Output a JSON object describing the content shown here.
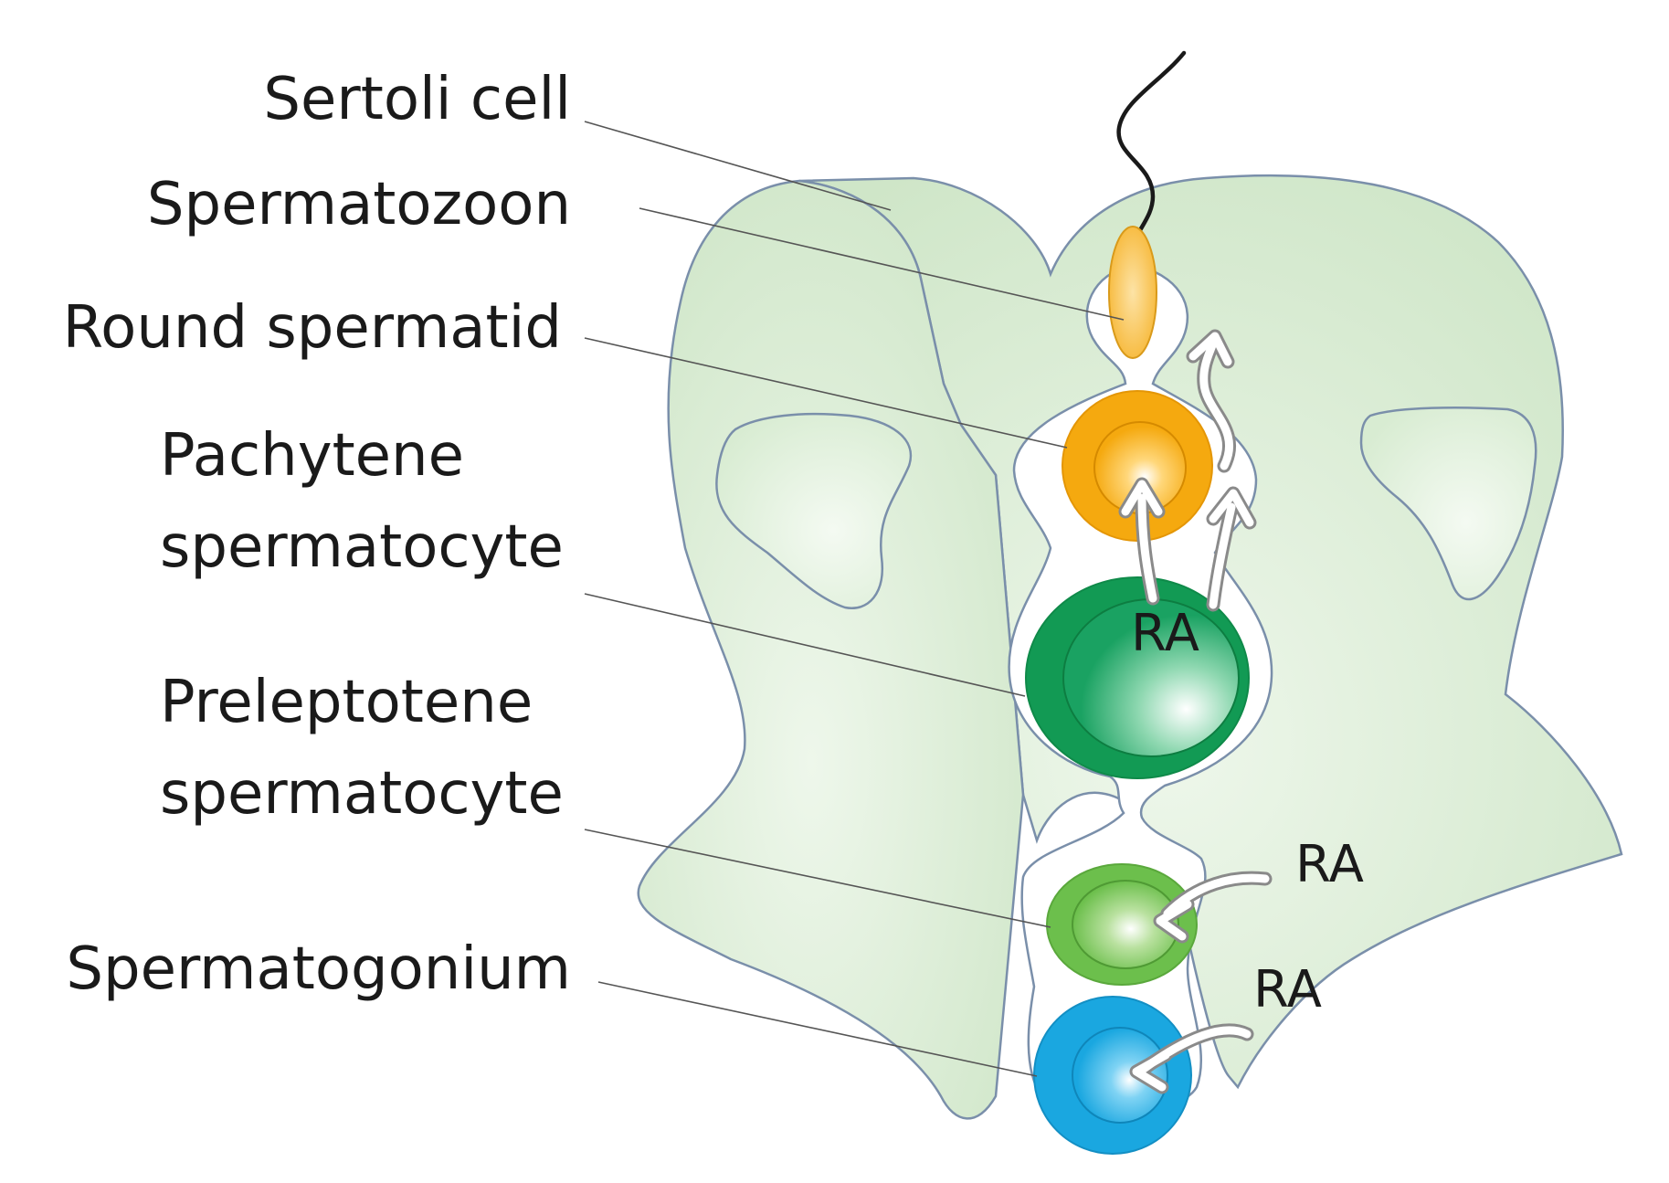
{
  "labels": {
    "sertoli_cell": "Sertoli cell",
    "spermatozoon": "Spermatozoon",
    "round_spermatid": "Round spermatid",
    "pachytene_line1": "Pachytene",
    "pachytene_line2": "spermatocyte",
    "preleptotene_line1": "Preleptotene",
    "preleptotene_line2": "spermatocyte",
    "spermatogonium": "Spermatogonium"
  },
  "ra_labels": {
    "pachytene": "RA",
    "preleptotene": "RA",
    "spermatogonium": "RA"
  },
  "colors": {
    "sertoli": "#d3e8cd",
    "sertoli_outline": "#7a8faa",
    "spermatozoon": "#f6b93b",
    "round_spermatid": "#f5a90f",
    "pachytene": "#16a05a",
    "preleptotene": "#6cbf4c",
    "spermatogonium": "#1aa7e0"
  }
}
